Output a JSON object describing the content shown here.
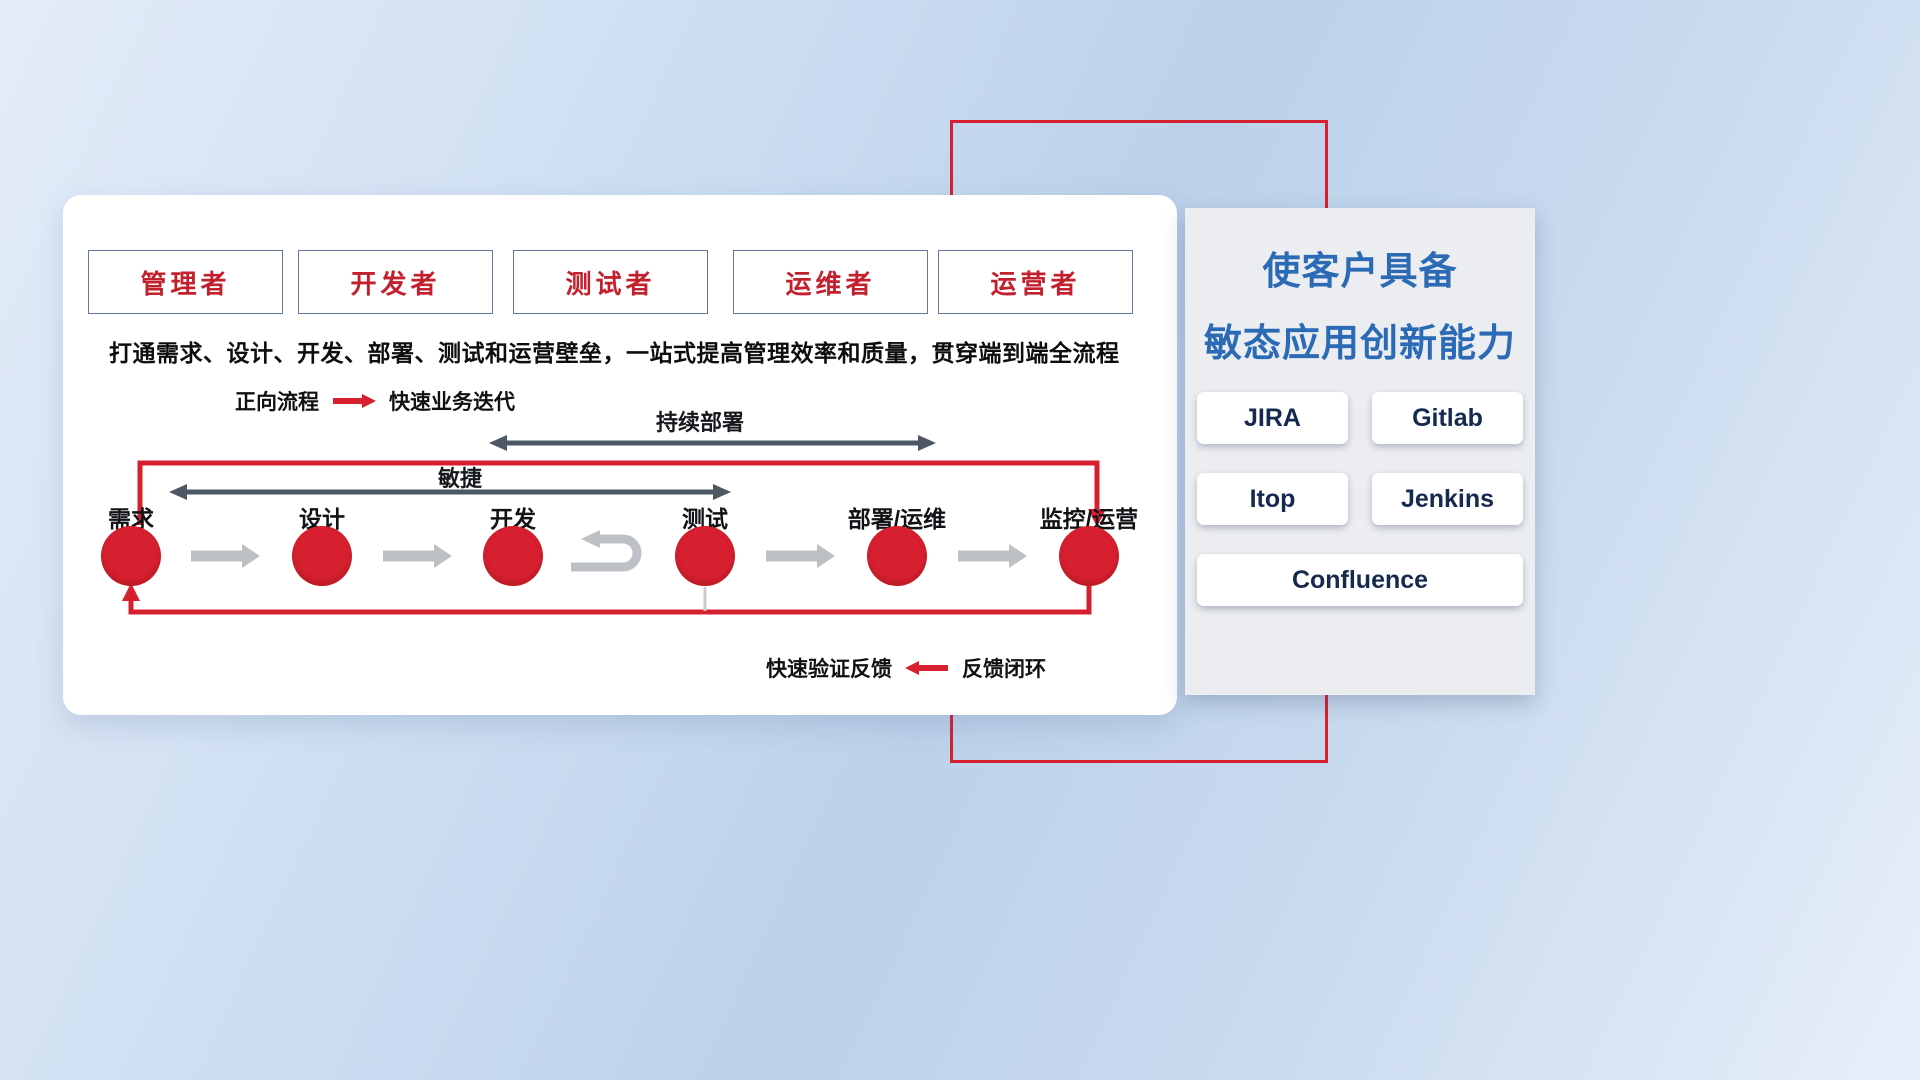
{
  "card": {
    "roles": [
      "管理者",
      "开发者",
      "测试者",
      "运维者",
      "运营者"
    ],
    "subtitle": "打通需求、设计、开发、部署、测试和运营壁垒，一站式提高管理效率和质量，贯穿端到端全流程",
    "forward_legend": {
      "label": "正向流程",
      "desc": "快速业务迭代"
    },
    "span_labels": {
      "continuous_deploy": "持续部署",
      "agile": "敏捷"
    },
    "nodes": [
      "需求",
      "设计",
      "开发",
      "测试",
      "部署/运维",
      "监控/运营"
    ],
    "feedback_legend": {
      "label": "快速验证反馈",
      "desc": "反馈闭环"
    }
  },
  "panel": {
    "headline_line1": "使客户具备",
    "headline_line2": "敏态应用创新能力",
    "tools": [
      "JIRA",
      "Gitlab",
      "Itop",
      "Jenkins",
      "Confluence"
    ]
  },
  "colors": {
    "accent_red": "#d6202f",
    "headline_blue": "#2b6ab5",
    "dark_arrow": "#4e5864",
    "gray_arrow": "#bdc1c5"
  }
}
